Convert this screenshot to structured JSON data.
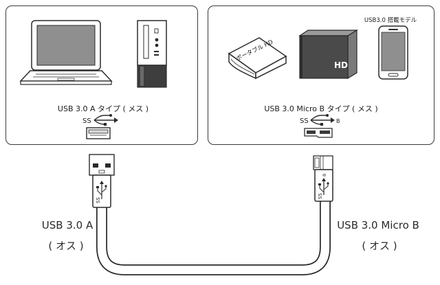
{
  "left_panel": {
    "caption": "USB 3.0 A タイプ ( メス )",
    "ss_mark": "SS"
  },
  "right_panel": {
    "caption": "USB 3.0 Micro B タイプ ( メス )",
    "ss_mark": "SS",
    "b_mark": "B",
    "phone_note": "USB3.0 搭載モデル",
    "portable_hd_label": "ポータブル HD",
    "hd_label": "HD"
  },
  "cable_left": {
    "name": "USB 3.0 A",
    "gender": "( オス )",
    "ss_mark": "SS"
  },
  "cable_right": {
    "name": "USB 3.0 Micro B",
    "gender": "( オス )",
    "ss_mark": "SS",
    "b_mark": "B"
  },
  "colors": {
    "line": "#2a2a2a",
    "tower_body": "#3e3e3e",
    "hd_body": "#4a4a4a",
    "screen": "#8f8f8f"
  }
}
